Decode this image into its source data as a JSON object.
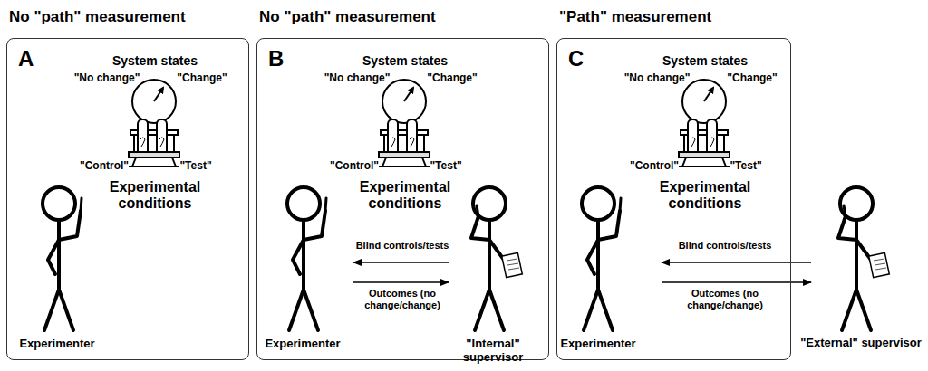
{
  "diagram": {
    "nodes": [
      {
        "text": [
          "No \"path\" measurement",
          "A",
          "System states",
          "\"No change\"",
          "\"Change\"",
          "\"Control\"",
          "\"Test\"",
          "Experimental conditions",
          "Experimenter"
        ]
      },
      {
        "text": [
          "No \"path\" measurement",
          "B",
          "System states",
          "\"No change\"",
          "\"Change\"",
          "\"Control\"",
          "\"Test\"",
          "Experimental conditions",
          "Experimenter",
          "Blind controls/tests",
          "Outcomes (no change/change)",
          "\"Internal\" supervisor"
        ]
      },
      {
        "text": [
          "\"Path\" measurement",
          "C",
          "System states",
          "\"No change\"",
          "\"Change\"",
          "\"Control\"",
          "\"Test\"",
          "Experimental conditions",
          "Experimenter",
          "Blind controls/tests",
          "Outcomes (no change/change)"
        ]
      }
    ],
    "labels": [
      "\"External\" supervisor"
    ]
  }
}
